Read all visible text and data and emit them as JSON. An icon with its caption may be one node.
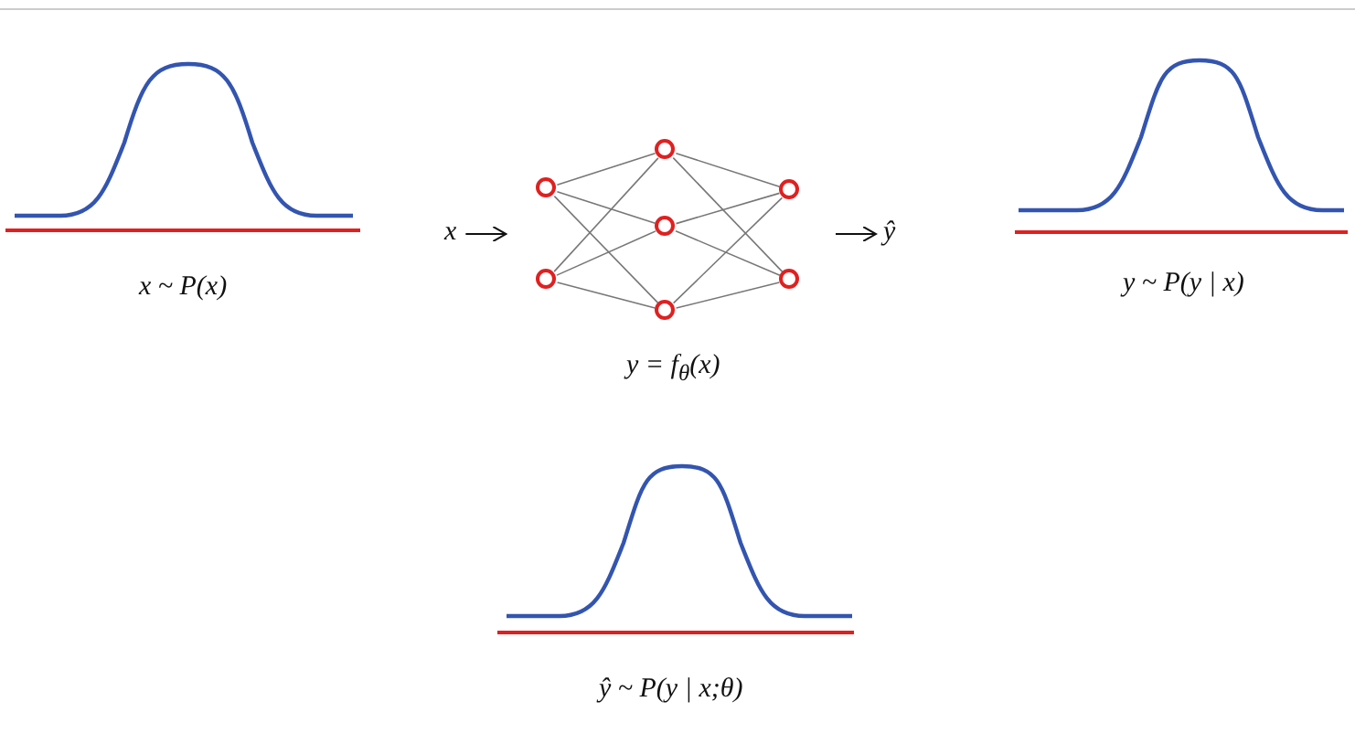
{
  "diagram": {
    "nodes": [
      {
        "text": [
          "x"
        ]
      },
      {
        "text": [],
        "shape": "circle"
      },
      {
        "text": [],
        "shape": "circle"
      },
      {
        "text": [],
        "shape": "circle"
      },
      {
        "text": [],
        "shape": "circle"
      },
      {
        "text": [],
        "shape": "circle"
      },
      {
        "text": [],
        "shape": "circle"
      },
      {
        "text": [],
        "shape": "circle"
      },
      {
        "text": [
          "ŷ"
        ]
      }
    ],
    "edges": [
      {
        "from": 0,
        "to": null,
        "arrow": "to",
        "color": "#111111"
      },
      {
        "from": 1,
        "to": 3,
        "arrow": "none"
      },
      {
        "from": 1,
        "to": 4,
        "arrow": "none"
      },
      {
        "from": 1,
        "to": 5,
        "arrow": "none"
      },
      {
        "from": 2,
        "to": 3,
        "arrow": "none"
      },
      {
        "from": 2,
        "to": 4,
        "arrow": "none"
      },
      {
        "from": 2,
        "to": 5,
        "arrow": "none"
      },
      {
        "from": 3,
        "to": 6,
        "arrow": "none"
      },
      {
        "from": 3,
        "to": 7,
        "arrow": "none"
      },
      {
        "from": 4,
        "to": 6,
        "arrow": "none"
      },
      {
        "from": 4,
        "to": 7,
        "arrow": "none"
      },
      {
        "from": 5,
        "to": 6,
        "arrow": "none"
      },
      {
        "from": 5,
        "to": 7,
        "arrow": "none"
      },
      {
        "from": null,
        "to": 8,
        "arrow": "to",
        "color": "#111111"
      }
    ],
    "labels": [
      "x ~ P(x)",
      "y ~ P(y | x)",
      "y = f$_{θ}$(x)",
      "ŷ ~ P(y | x;θ)"
    ]
  }
}
